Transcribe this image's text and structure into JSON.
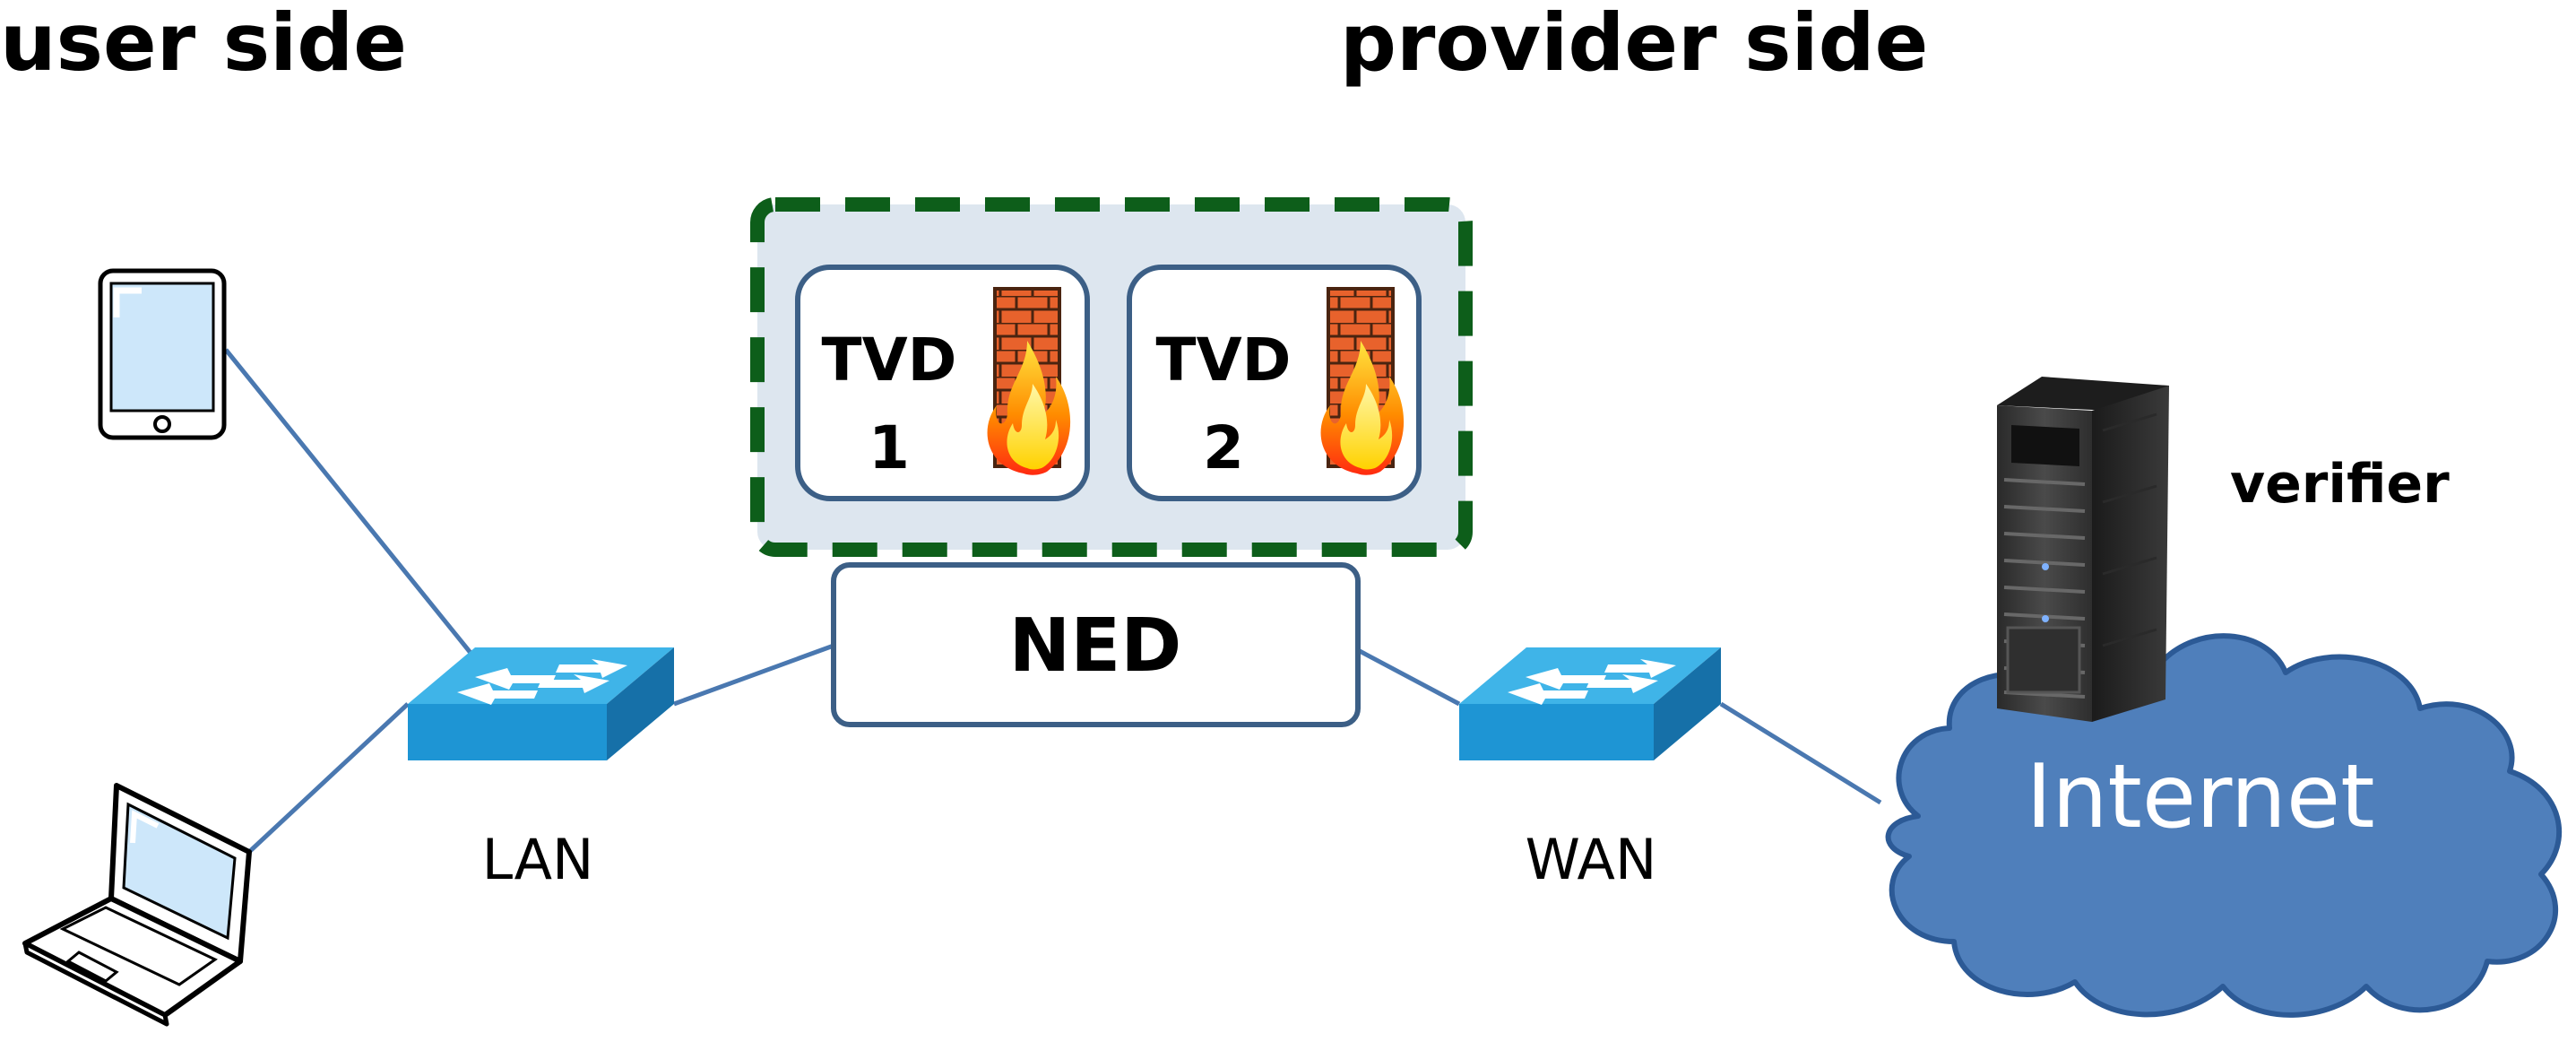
{
  "headings": {
    "user_side": "user side",
    "provider_side": "provider side"
  },
  "tvd1": {
    "name": "TVD",
    "number": "1"
  },
  "tvd2": {
    "name": "TVD",
    "number": "2"
  },
  "ned": {
    "label": "NED"
  },
  "lan": {
    "label": "LAN"
  },
  "wan": {
    "label": "WAN"
  },
  "verifier": {
    "label": "verifier"
  },
  "internet": {
    "label": "Internet"
  },
  "colors": {
    "link_line": "#4a78b0",
    "switch_top": "#3fb4e8",
    "switch_front": "#1e95d4",
    "switch_side": "#1670a8",
    "tvd_container_fill": "#dde6ef",
    "tvd_container_border": "#0d5e1a",
    "box_border": "#3c5f86",
    "cloud_fill": "#4f7fbb",
    "firewall_brick": "#e8622c"
  },
  "icons": {
    "tablet": "tablet-icon",
    "laptop": "laptop-icon",
    "lan_switch": "network-switch-icon",
    "wan_switch": "network-switch-icon",
    "firewall": "firewall-icon",
    "server": "server-rack-icon",
    "cloud": "cloud-icon"
  }
}
